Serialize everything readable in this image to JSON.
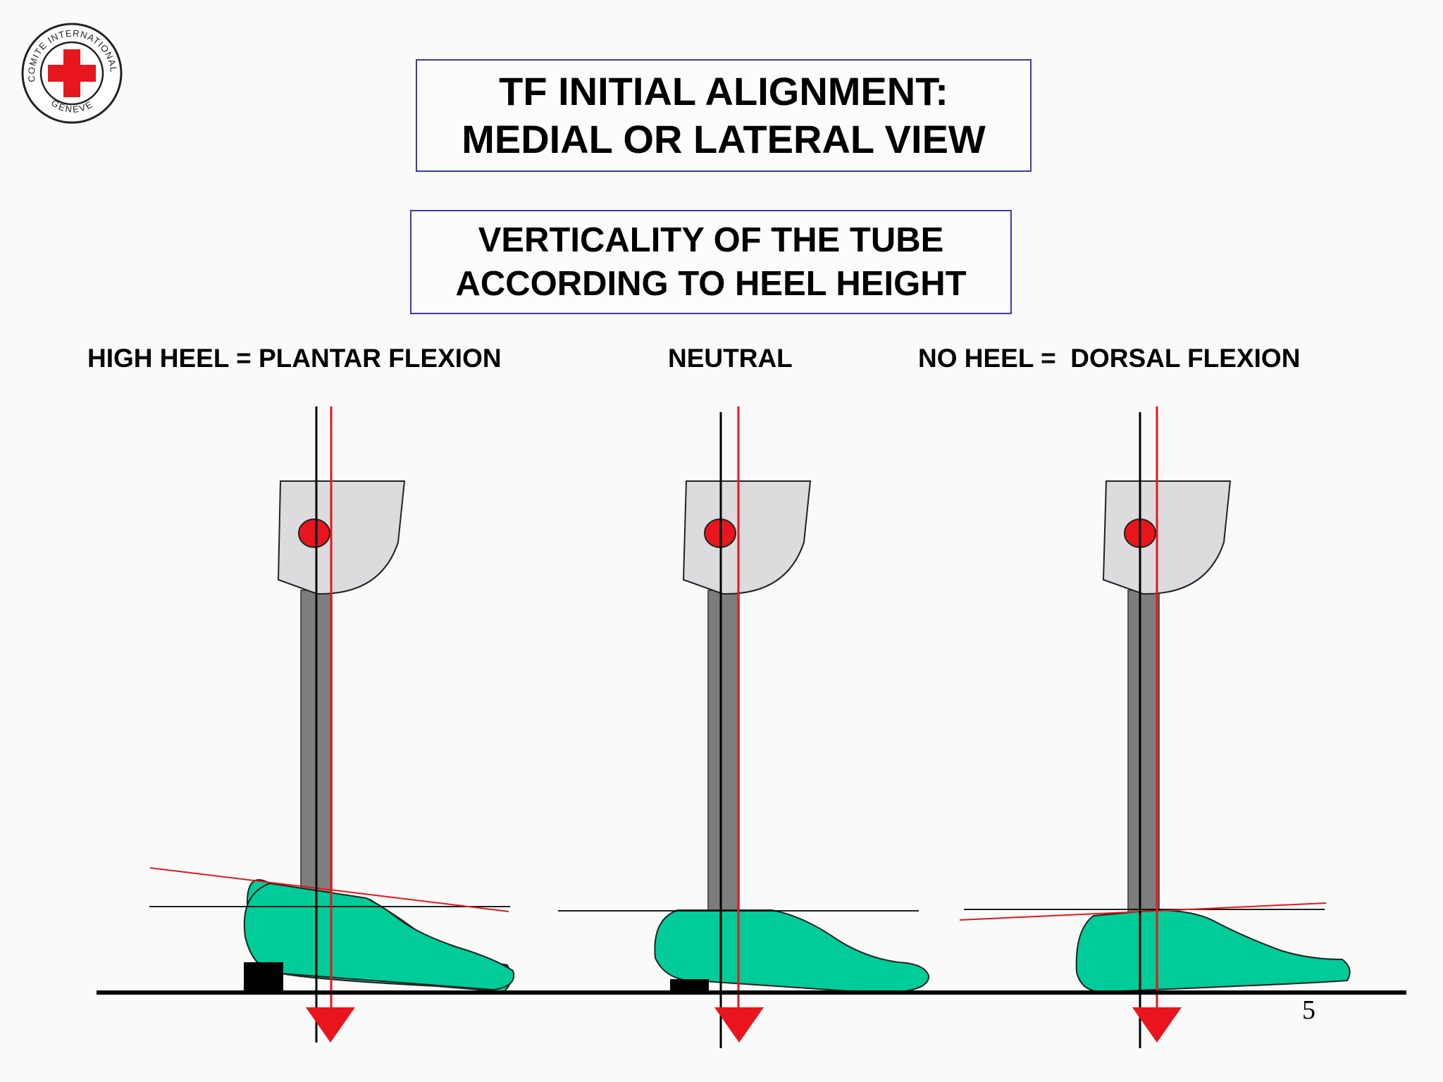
{
  "logo": {
    "text_top": "COMITE INTERNATIONAL",
    "text_bottom": "GENEVE",
    "cross_color": "#e8161c"
  },
  "title": {
    "line1": "TF INITIAL ALIGNMENT:",
    "line2": "MEDIAL OR LATERAL VIEW"
  },
  "subtitle": {
    "line1": "VERTICALITY OF THE TUBE",
    "line2": "ACCORDING TO HEEL HEIGHT"
  },
  "conditions": [
    {
      "label": "HIGH HEEL = PLANTAR FLEXION",
      "foot_tilt": "plantar-flexion",
      "heel_block": "high"
    },
    {
      "label": "NEUTRAL",
      "foot_tilt": "neutral",
      "heel_block": "low"
    },
    {
      "label": "NO HEEL =  DORSAL FLEXION",
      "foot_tilt": "dorsal-flexion",
      "heel_block": "none"
    }
  ],
  "colors": {
    "foot": "#00cc99",
    "knee": "#dcdcdf",
    "tube": "#7d7d7d",
    "load_line": "#e8161c",
    "knee_axis": "#e8161c",
    "plumb_line": "#000000"
  },
  "page_number": "5"
}
